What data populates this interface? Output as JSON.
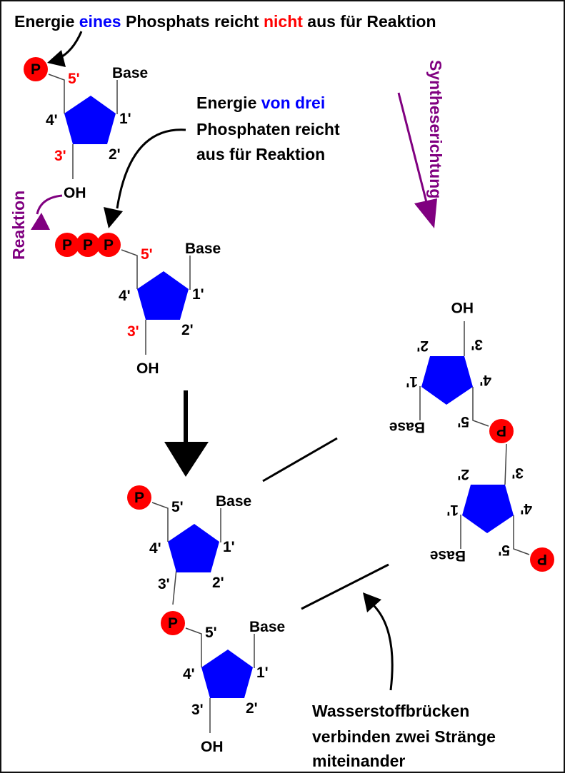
{
  "title": {
    "part1": "Energie ",
    "part2": "eines",
    "part3": " Phosphats reicht ",
    "part4": "nicht",
    "part5": " aus für Reaktion"
  },
  "note_three": {
    "line1a": "Energie ",
    "line1b": "von drei",
    "line2": "Phosphaten reicht",
    "line3": "aus für Reaktion"
  },
  "note_hbonds": {
    "line1": "Wasserstoffbrücken",
    "line2": "verbinden zwei Stränge",
    "line3": "miteinander"
  },
  "reaction_label": "Reaktion",
  "synthesis_label": "Syntheserichtung",
  "colors": {
    "blue": "#0000ff",
    "red": "#ff0000",
    "purple": "#800080",
    "sugar": "#0000ff",
    "phosphate": "#ff0000"
  },
  "nucleotides": [
    {
      "phosphates": [
        "P"
      ],
      "c1": "1'",
      "c2": "2'",
      "c3": "3'",
      "c4": "4'",
      "c5": "5'",
      "base": "Base",
      "oh": "OH",
      "highlight": true
    },
    {
      "phosphates": [
        "P",
        "P",
        "P"
      ],
      "c1": "1'",
      "c2": "2'",
      "c3": "3'",
      "c4": "4'",
      "c5": "5'",
      "base": "Base",
      "oh": "OH",
      "highlight": true
    },
    {
      "phosphates": [
        "P"
      ],
      "c1": "1'",
      "c2": "2'",
      "c3": "3'",
      "c4": "4'",
      "c5": "5'",
      "base": "Base",
      "oh": "",
      "highlight": false
    },
    {
      "phosphates": [
        "P"
      ],
      "c1": "1'",
      "c2": "2'",
      "c3": "3'",
      "c4": "4'",
      "c5": "5'",
      "base": "Base",
      "oh": "OH",
      "highlight": false
    },
    {
      "phosphates": [
        "P"
      ],
      "c1": "1'",
      "c2": "2'",
      "c3": "3'",
      "c4": "4'",
      "c5": "5'",
      "base": "Base",
      "oh": "HO",
      "highlight": false
    },
    {
      "phosphates": [
        "P"
      ],
      "c1": "1'",
      "c2": "2'",
      "c3": "3'",
      "c4": "4'",
      "c5": "5'",
      "base": "Base",
      "oh": "",
      "highlight": false
    }
  ]
}
